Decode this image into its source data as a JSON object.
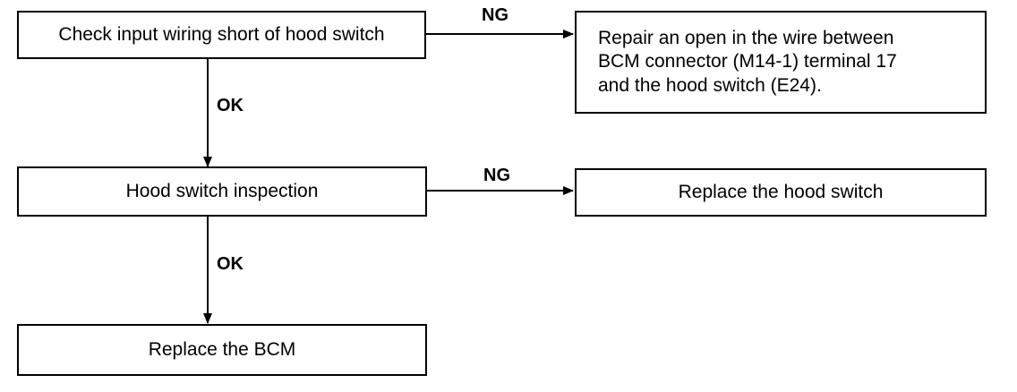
{
  "boxes": {
    "check_wiring": "Check input wiring short of hood switch",
    "repair_open_line1": "Repair an open in the wire between",
    "repair_open_line2": "BCM connector (M14-1) terminal 17",
    "repair_open_line3": "and the hood switch (E24).",
    "hood_inspection": "Hood switch inspection",
    "replace_hood_switch": "Replace the hood switch",
    "replace_bcm": "Replace the BCM"
  },
  "labels": {
    "ng_1": "NG",
    "ok_1": "OK",
    "ng_2": "NG",
    "ok_2": "OK"
  }
}
